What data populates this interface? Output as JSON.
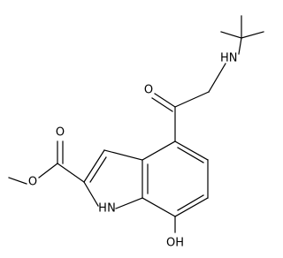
{
  "structure": {
    "labels": {
      "amine_nh": "HN",
      "ketone_o": "O",
      "ester_carbonyl_o": "O",
      "ester_ether_o": "O",
      "indole_nh": "N",
      "indole_nh_h": "H",
      "hydroxyl": "OH"
    }
  }
}
